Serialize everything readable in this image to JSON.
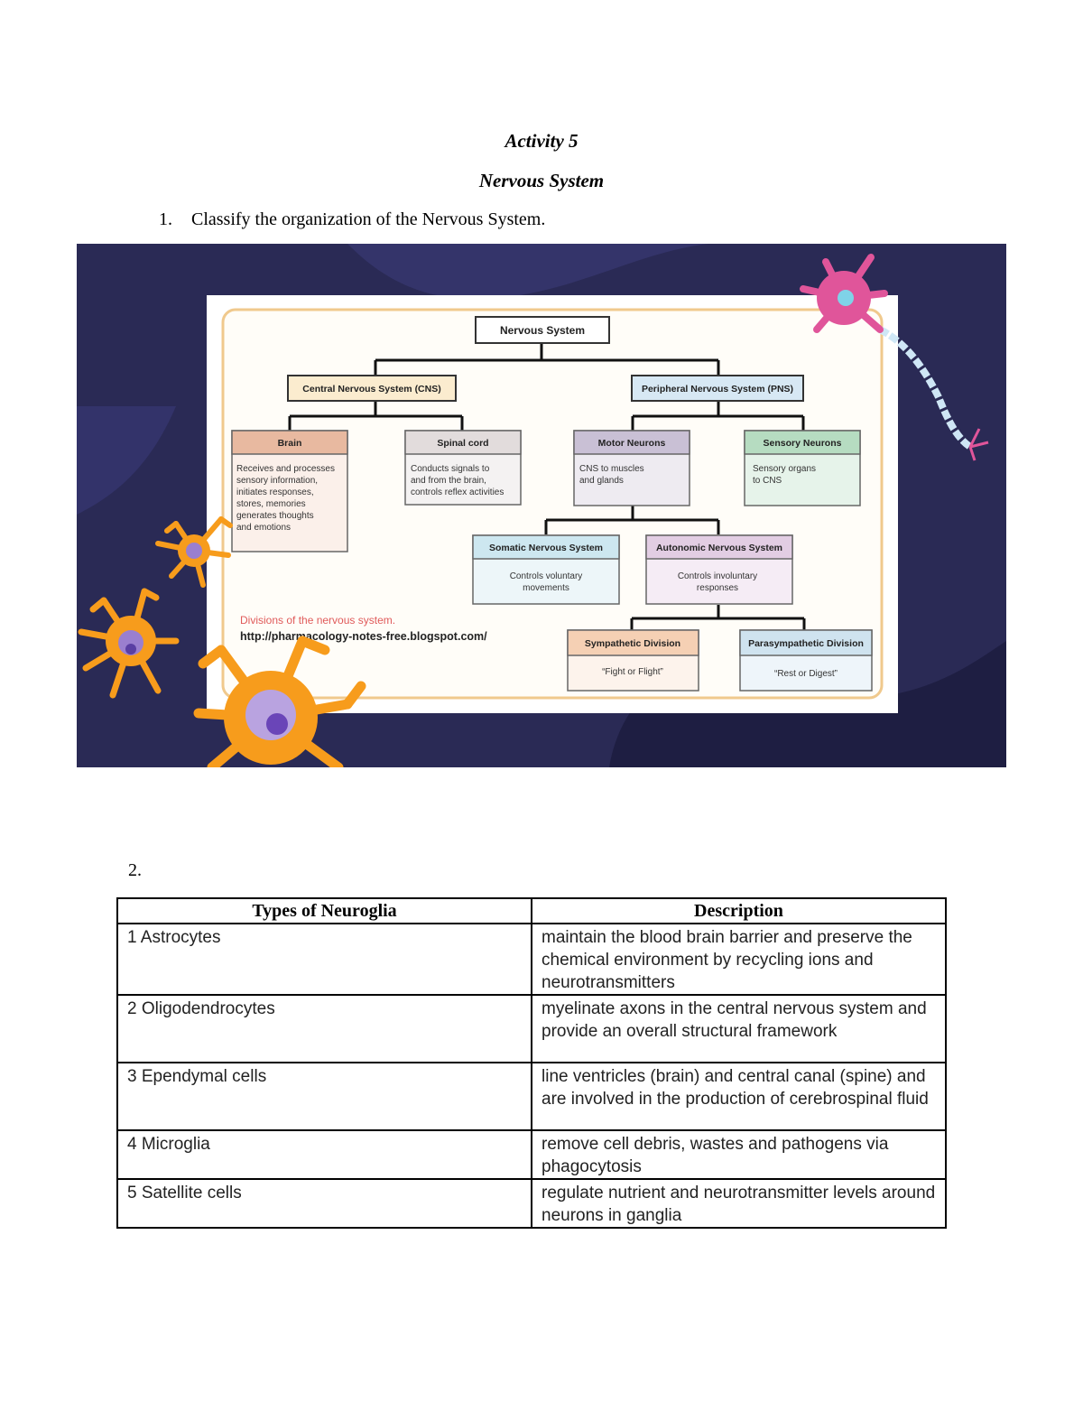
{
  "header": {
    "title": "Activity 5",
    "subtitle": "Nervous System"
  },
  "question1": {
    "number": "1.",
    "text": "Classify the organization of the Nervous System."
  },
  "diagram": {
    "root": "Nervous System",
    "cns": "Central Nervous System (CNS)",
    "pns": "Peripheral Nervous System (PNS)",
    "brain": {
      "title": "Brain",
      "desc": [
        "Receives and processes",
        "sensory information,",
        "initiates responses,",
        "stores, memories",
        "generates thoughts",
        "and emotions"
      ]
    },
    "spinal": {
      "title": "Spinal cord",
      "desc": [
        "Conducts signals to",
        "and from the brain,",
        "controls reflex activities"
      ]
    },
    "motor": {
      "title": "Motor Neurons",
      "desc": [
        "CNS to muscles",
        "and glands"
      ]
    },
    "sensory": {
      "title": "Sensory Neurons",
      "desc": [
        "Sensory organs",
        "to CNS"
      ]
    },
    "somatic": {
      "title": "Somatic Nervous System",
      "desc": [
        "Controls voluntary",
        "movements"
      ]
    },
    "autonomic": {
      "title": "Autonomic Nervous System",
      "desc": [
        "Controls involuntary",
        "responses"
      ]
    },
    "sympathetic": {
      "title": "Sympathetic Division",
      "desc": "“Fight or Flight”"
    },
    "parasympathetic": {
      "title": "Parasympathetic Division",
      "desc": "“Rest or Digest”"
    },
    "caption": "Divisions of the nervous system.",
    "source": "http://pharmacology-notes-free.blogspot.com/",
    "colors": {
      "banner_bg": "#2a2a55",
      "cns_fill": "#fbeccf",
      "pns_fill": "#d7e8f4",
      "brain_head": "#e8b9a0",
      "spinal_head": "#e2dcdc",
      "motor_head": "#c9c0d5",
      "sensory_head": "#b6dcc1",
      "somatic_head": "#cde7f0",
      "autonomic_head": "#e2cde3",
      "sympathetic_head": "#f5d0b4",
      "parasympathetic_head": "#cfe3ef",
      "caption_color": "#e05a5a",
      "glia_orange": "#f79c1c",
      "glia_purple": "#9a7fcf",
      "neuron_pink": "#e0559a"
    }
  },
  "question2": {
    "number": "2.",
    "headers": [
      "Types of Neuroglia",
      "Description"
    ],
    "rows": [
      {
        "type": "1 Astrocytes",
        "desc": "maintain the blood brain barrier and preserve the chemical environment by recycling ions and neurotransmitters"
      },
      {
        "type": "2 Oligodendrocytes",
        "desc": "myelinate axons in the central nervous system and provide an overall structural framework"
      },
      {
        "type": "3 Ependymal cells",
        "desc": "line ventricles (brain) and central canal (spine) and are involved in the production of cerebrospinal fluid"
      },
      {
        "type": "4 Microglia",
        "desc": "remove cell debris, wastes and pathogens via phagocytosis"
      },
      {
        "type": "5 Satellite cells",
        "desc": "regulate nutrient and neurotransmitter levels around neurons in ganglia"
      }
    ]
  }
}
